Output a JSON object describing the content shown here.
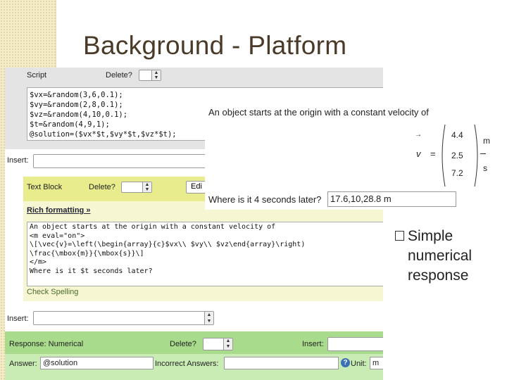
{
  "slide": {
    "title": "Background - Platform",
    "bullet": "Simple numerical response"
  },
  "script_block": {
    "header": "Script",
    "delete_label": "Delete?",
    "code_lines": [
      "$vx=&random(3,6,0.1);",
      "$vy=&random(2,8,0.1);",
      "$vz=&random(4,10,0.1);",
      "$t=&random(4,9,1);",
      "@solution=($vx*$t,$vy*$t,$vz*$t);"
    ]
  },
  "insert_label": "Insert:",
  "text_block": {
    "header": "Text Block",
    "delete_label": "Delete?",
    "edit_label": "Edi",
    "rich_formatting": "Rich formatting »",
    "lines": [
      "An object starts at the origin with a constant velocity of",
      "<m eval=\"on\">",
      "\\[\\vec{v}=\\left(\\begin{array}{c}$vx\\\\ $vy\\\\ $vz\\end{array}\\right)",
      "\\frac{\\mbox{m}}{\\mbox{s}}\\]",
      "</m>",
      "Where is it $t seconds later?"
    ],
    "check_spelling": "Check Spelling"
  },
  "response": {
    "header": "Response: Numerical",
    "delete_label": "Delete?",
    "insert_label": "Insert:",
    "answer_label": "Answer:",
    "answer_value": "@solution",
    "incorrect_label": "Incorrect Answers:",
    "incorrect_value": "",
    "help_icon": "?",
    "unit_label": "Unit:",
    "unit_value": "m"
  },
  "preview": {
    "intro": "An object starts at the origin with a constant velocity of",
    "vector_arrow": "→",
    "vector_symbol": "v",
    "equals": "=",
    "components": [
      "4.4",
      "2.5",
      "7.2"
    ],
    "unit_numerator": "m",
    "unit_denominator": "s",
    "question": "Where is it 4 seconds later?",
    "answer": "17.6,10,28.8 m"
  },
  "colors": {
    "script_bg": "#e4e4e4",
    "text_block_bg": "#e8ec8c",
    "response_bg": "#a8dc8c",
    "title_color": "#4a3a28"
  }
}
